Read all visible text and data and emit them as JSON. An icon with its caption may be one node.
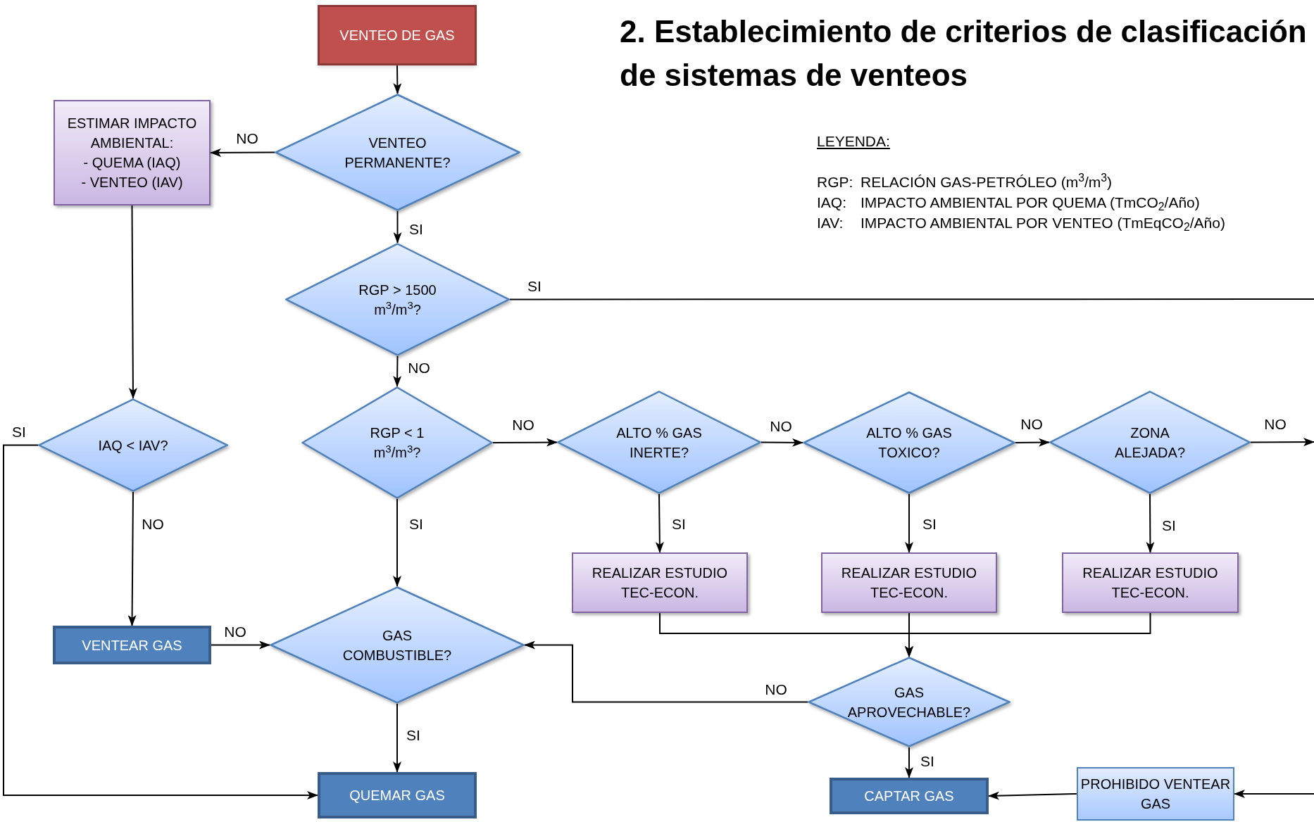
{
  "diagram": {
    "title": "2. Establecimiento de criterios de clasificación de sistemas de venteos",
    "nodes": [
      {
        "text": [
          "VENTEO DE GAS"
        ]
      },
      {
        "text": [
          "ESTIMAR IMPACTO AMBIENTAL:",
          "- QUEMA (IAQ)",
          "- VENTEO (IAV)"
        ]
      },
      {
        "text": [
          "VENTEO PERMANENTE?"
        ]
      },
      {
        "text": [
          "RGP > 1500 m$^{3}$/m$^{3}$?"
        ]
      },
      {
        "text": [
          "IAQ < IAV?"
        ]
      },
      {
        "text": [
          "RGP < 1 m$^{3}$/m$^{3}$?"
        ]
      },
      {
        "text": [
          "ALTO % GAS INERTE?"
        ]
      },
      {
        "text": [
          "ALTO % GAS TOXICO?"
        ]
      },
      {
        "text": [
          "ZONA ALEJADA?"
        ]
      },
      {
        "text": [
          "REALIZAR ESTUDIO TEC-ECON."
        ]
      },
      {
        "text": [
          "REALIZAR ESTUDIO TEC-ECON."
        ]
      },
      {
        "text": [
          "REALIZAR ESTUDIO TEC-ECON."
        ]
      },
      {
        "text": [
          "VENTEAR GAS"
        ]
      },
      {
        "text": [
          "GAS COMBUSTIBLE?"
        ]
      },
      {
        "text": [
          "GAS APROVECHABLE?"
        ]
      },
      {
        "text": [
          "QUEMAR GAS"
        ]
      },
      {
        "text": [
          "CAPTAR GAS"
        ]
      },
      {
        "text": [
          "PROHIBIDO VENTEAR GAS"
        ]
      }
    ],
    "edges": [
      {
        "from": 0,
        "to": 2,
        "arrow": "to"
      },
      {
        "from": 2,
        "to": 1,
        "arrow": "to",
        "label": "NO"
      },
      {
        "from": 2,
        "to": 3,
        "arrow": "to",
        "label": "SI"
      },
      {
        "from": 3,
        "to": null,
        "arrow": "none",
        "label": "SI"
      },
      {
        "from": 3,
        "to": 5,
        "arrow": "to",
        "label": "NO"
      },
      {
        "from": 1,
        "to": 4,
        "arrow": "to"
      },
      {
        "from": 4,
        "to": 15,
        "arrow": "to",
        "label": "SI"
      },
      {
        "from": 4,
        "to": 12,
        "arrow": "to",
        "label": "NO"
      },
      {
        "from": 5,
        "to": 6,
        "arrow": "to",
        "label": "NO"
      },
      {
        "from": 5,
        "to": 13,
        "arrow": "to",
        "label": "SI"
      },
      {
        "from": 6,
        "to": 7,
        "arrow": "to",
        "label": "NO"
      },
      {
        "from": 7,
        "to": 8,
        "arrow": "to",
        "label": "NO"
      },
      {
        "from": 8,
        "to": null,
        "arrow": "to",
        "label": "NO"
      },
      {
        "from": 6,
        "to": 9,
        "arrow": "to",
        "label": "SI"
      },
      {
        "from": 7,
        "to": 10,
        "arrow": "to",
        "label": "SI"
      },
      {
        "from": 8,
        "to": 11,
        "arrow": "to",
        "label": "SI"
      },
      {
        "from": 9,
        "to": 14,
        "arrow": "to"
      },
      {
        "from": 10,
        "to": 14,
        "arrow": "to"
      },
      {
        "from": 11,
        "to": 14,
        "arrow": "to"
      },
      {
        "from": 12,
        "to": 13,
        "arrow": "to",
        "label": "NO"
      },
      {
        "from": 14,
        "to": 13,
        "arrow": "to",
        "label": "NO"
      },
      {
        "from": 13,
        "to": 15,
        "arrow": "to",
        "label": "SI"
      },
      {
        "from": 14,
        "to": 16,
        "arrow": "to",
        "label": "SI"
      },
      {
        "from": 17,
        "to": 16,
        "arrow": "to"
      },
      {
        "from": null,
        "to": 17,
        "arrow": "to"
      }
    ],
    "labels": [
      "LEYENDA:",
      "RGP:",
      "RELACIÓN GAS-PETRÓLEO (m$^{3}$/m$^{3}$)",
      "IAQ:",
      "IMPACTO AMBIENTAL POR QUEMA (TmCO$_{2}$/Año)",
      "IAV:",
      "IMPACTO AMBIENTAL POR VENTEO (TmEqCO$_{2}$/Año)"
    ]
  }
}
